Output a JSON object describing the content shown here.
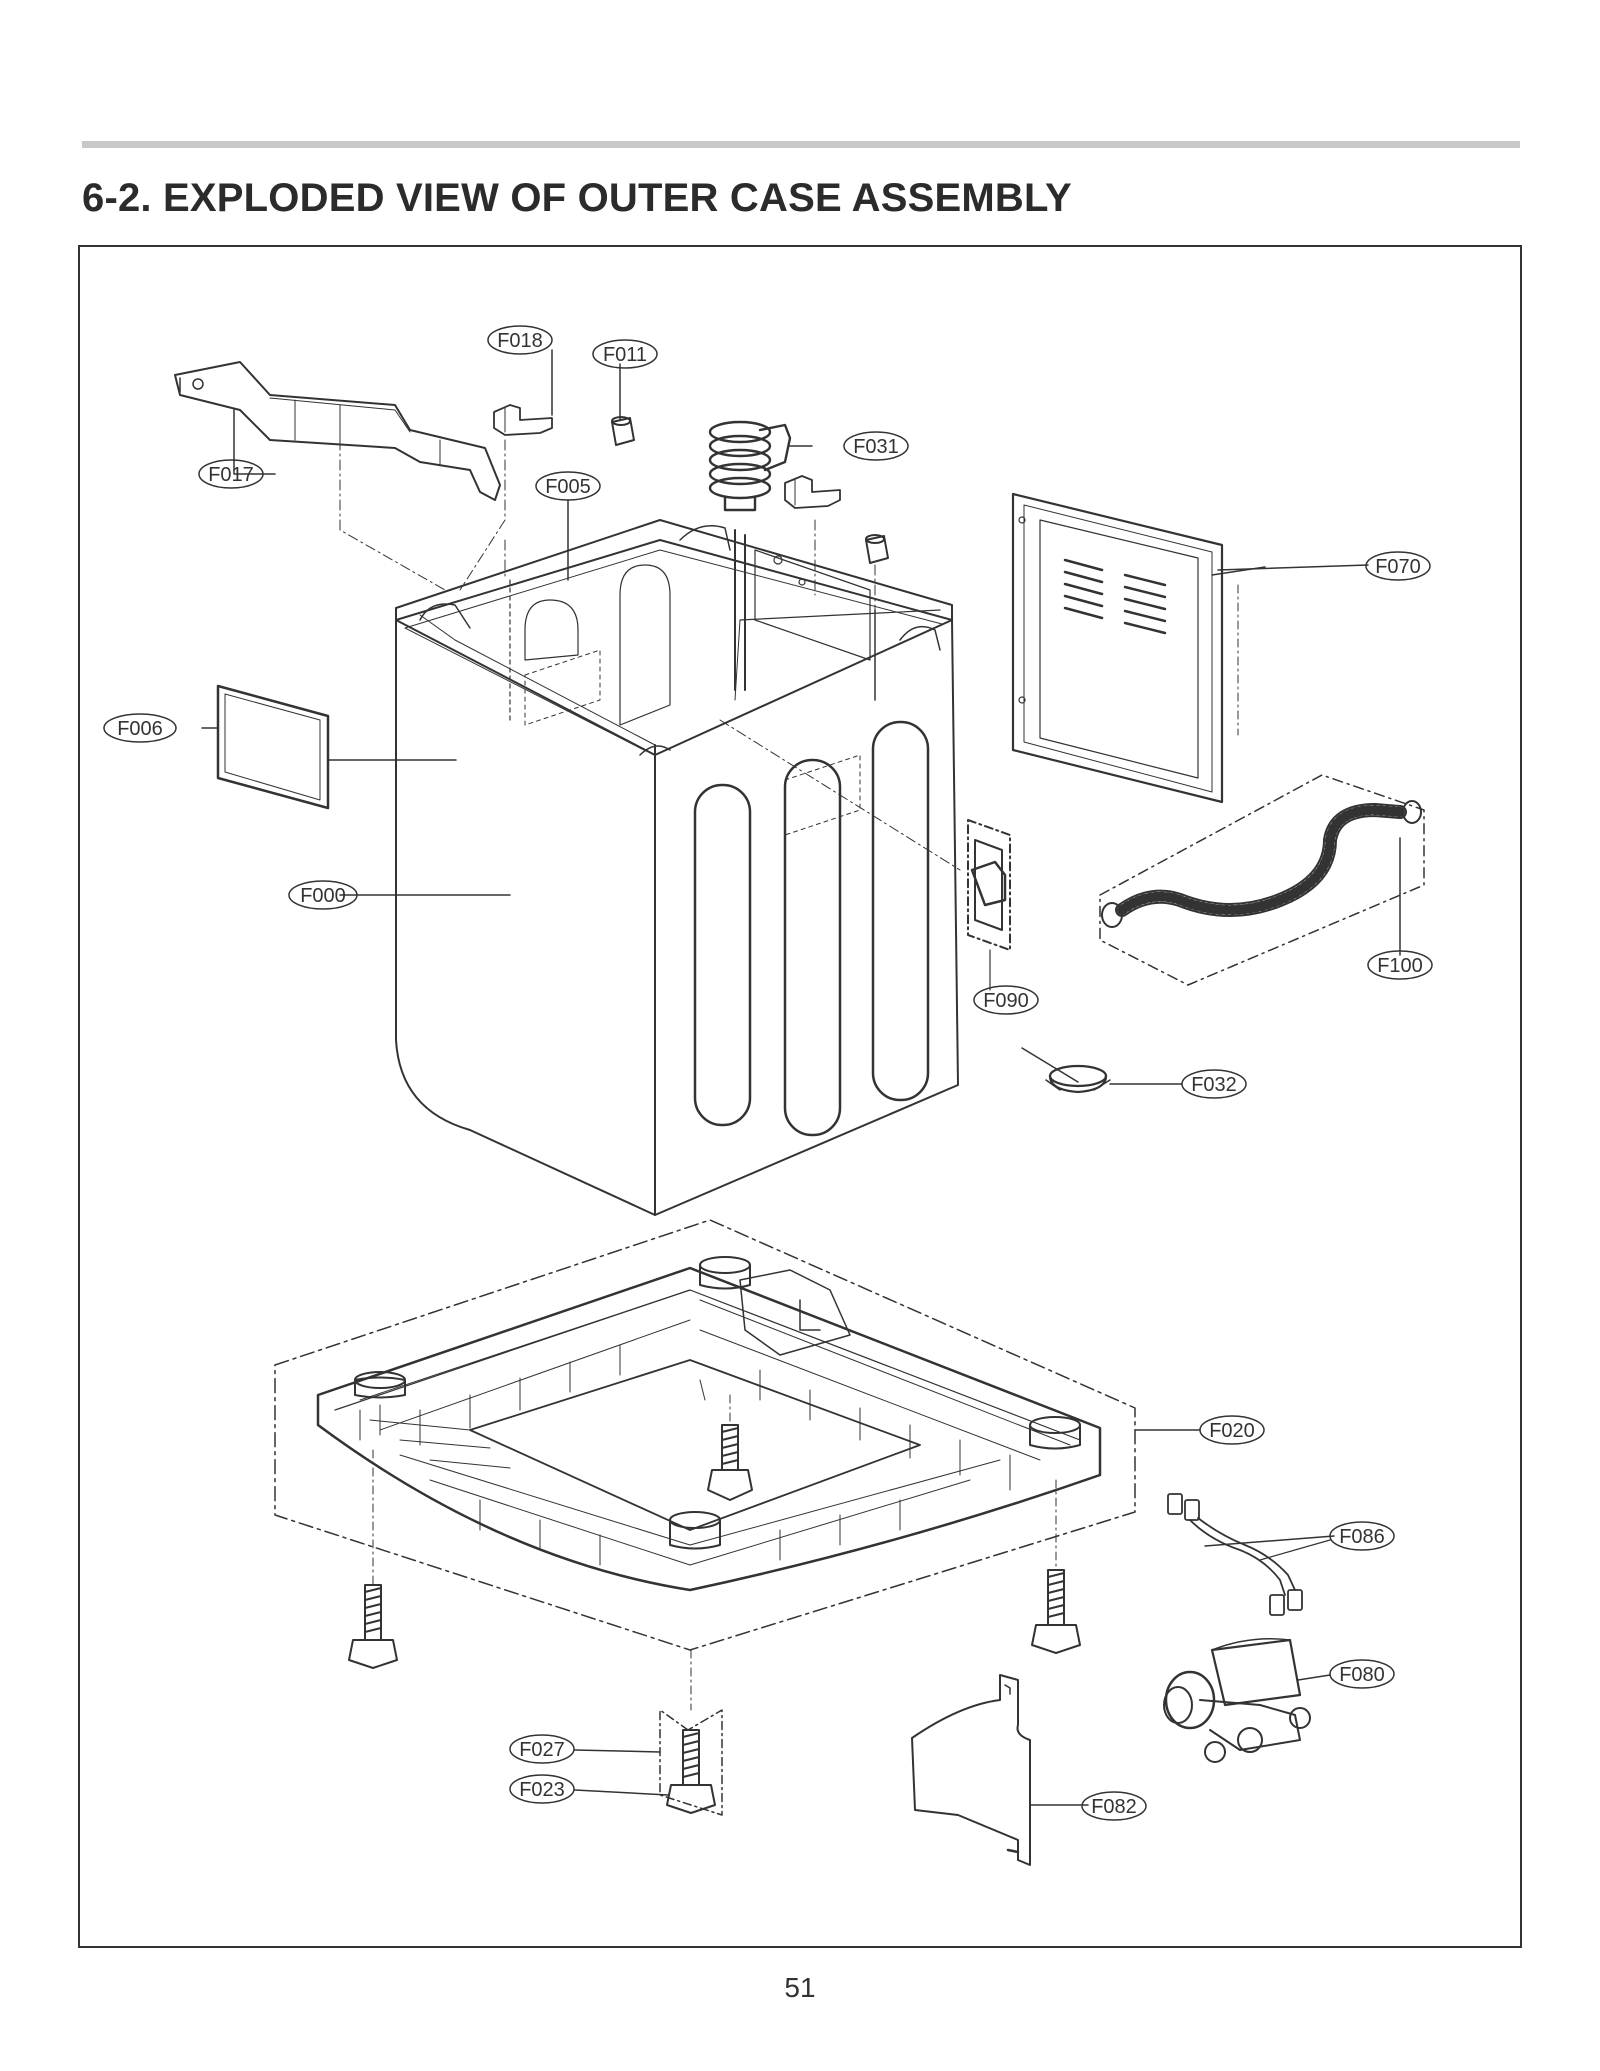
{
  "page": {
    "title": "6-2. EXPLODED VIEW OF OUTER CASE ASSEMBLY",
    "page_number": "51"
  },
  "parts": {
    "F000": "F000",
    "F005": "F005",
    "F006": "F006",
    "F011": "F011",
    "F017": "F017",
    "F018": "F018",
    "F020": "F020",
    "F023": "F023",
    "F027": "F027",
    "F031": "F031",
    "F032": "F032",
    "F070": "F070",
    "F080": "F080",
    "F082": "F082",
    "F086": "F086",
    "F090": "F090",
    "F100": "F100"
  },
  "colors": {
    "line": "#333333",
    "rule": "#c8c8c8"
  }
}
